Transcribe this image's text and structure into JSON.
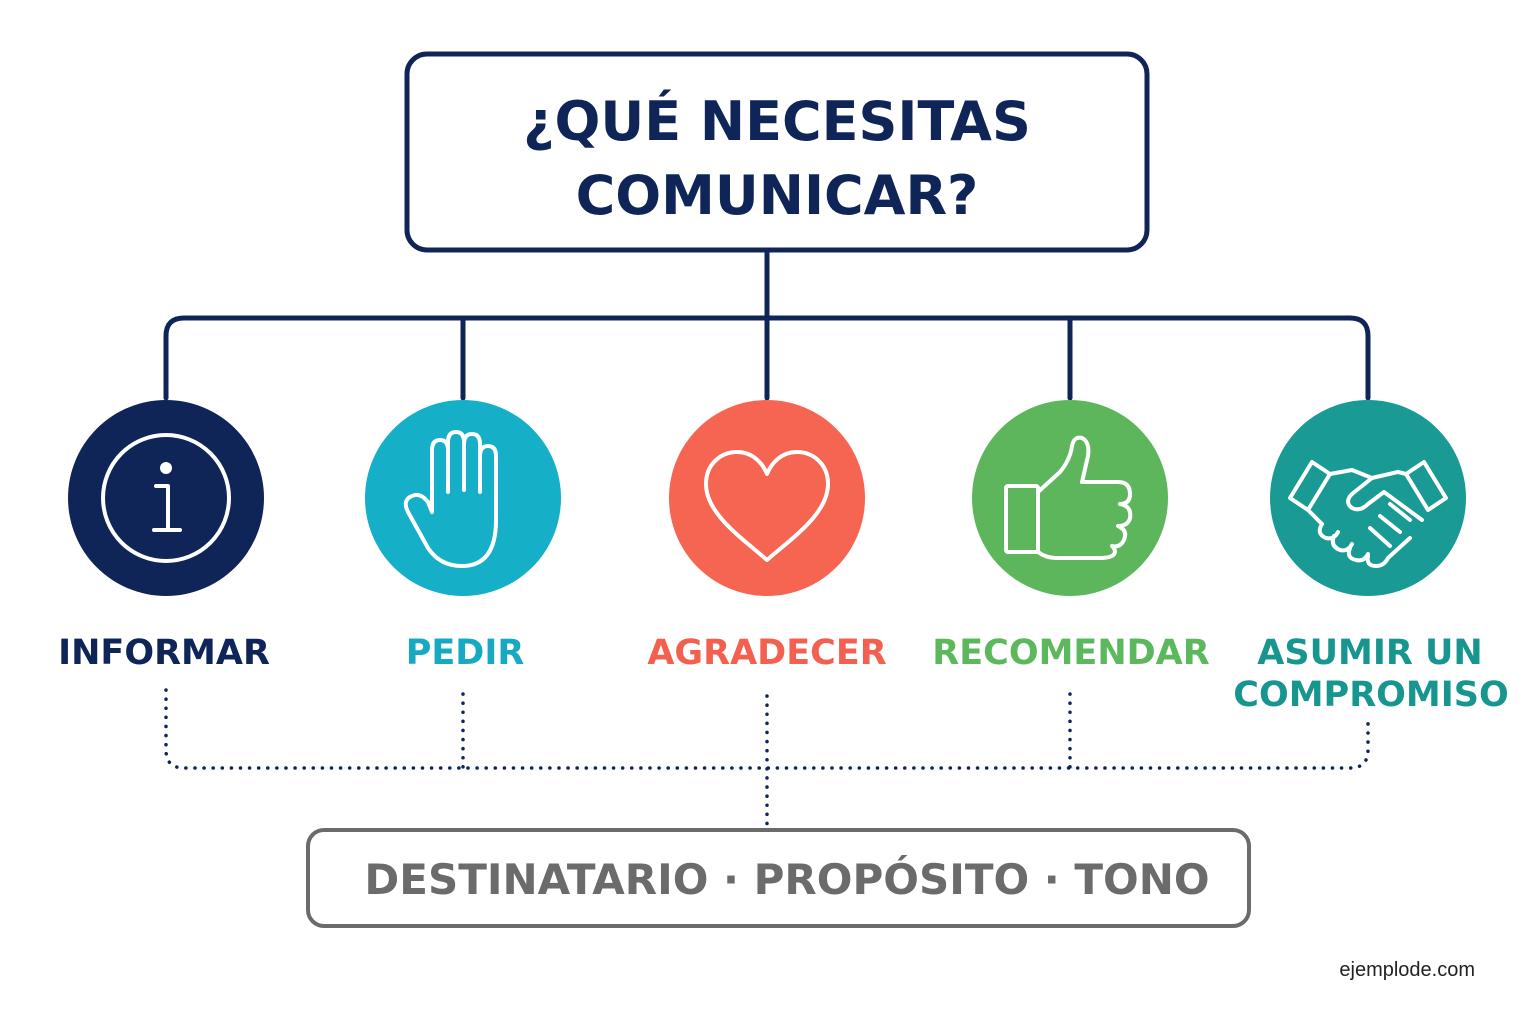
{
  "title": {
    "line1": "¿QUÉ NECESITAS",
    "line2": "COMUNICAR?"
  },
  "colors": {
    "navy": "#0f2457",
    "gray": "#6b6b6b",
    "informar": "#0f2457",
    "pedir": "#15aec7",
    "agradecer": "#f4604f",
    "recomendar": "#5cb85c",
    "compromiso": "#17968f"
  },
  "items": [
    {
      "icon": "info-icon",
      "label_line1": "INFORMAR",
      "label_line2": "",
      "color": "#0f2457",
      "label_color": "#0f2457"
    },
    {
      "icon": "raised-hand-icon",
      "label_line1": "PEDIR",
      "label_line2": "",
      "color": "#16afc8",
      "label_color": "#17a9c2"
    },
    {
      "icon": "heart-icon",
      "label_line1": "AGRADECER",
      "label_line2": "",
      "color": "#f66452",
      "label_color": "#f4604f"
    },
    {
      "icon": "thumbs-up-icon",
      "label_line1": "RECOMENDAR",
      "label_line2": "",
      "color": "#5eb65c",
      "label_color": "#5cb85c"
    },
    {
      "icon": "handshake-icon",
      "label_line1": "ASUMIR UN",
      "label_line2": "COMPROMISO",
      "color": "#1a9a94",
      "label_color": "#17968f"
    }
  ],
  "bottom": {
    "text": "DESTINATARIO · PROPÓSITO · TONO"
  },
  "source": "ejemplode.com"
}
